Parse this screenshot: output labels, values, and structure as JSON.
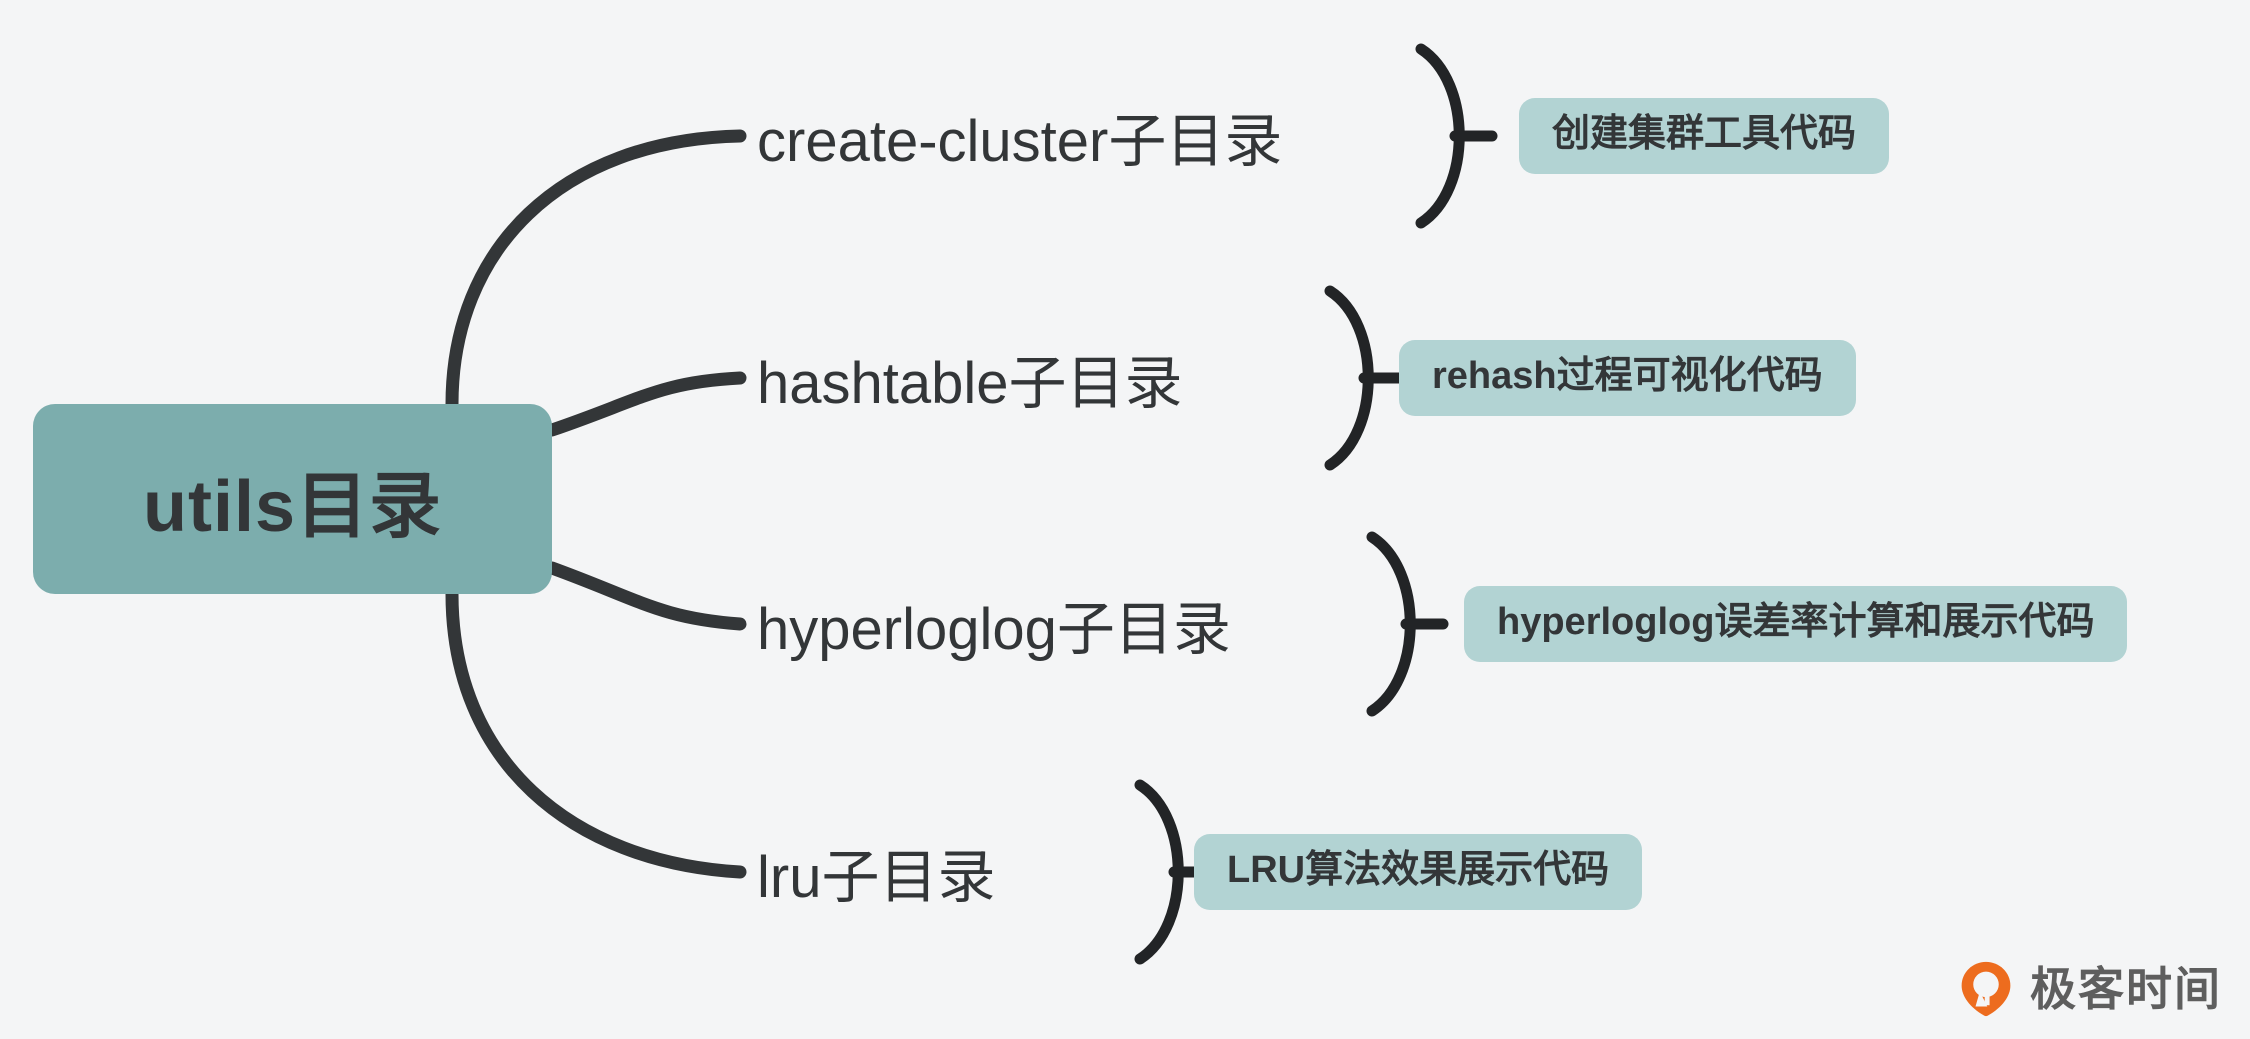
{
  "diagram": {
    "type": "mindmap",
    "background_color": "#f4f5f6",
    "root": {
      "label": "utils目录",
      "fill_color": "#7cadad",
      "text_color": "#333638"
    },
    "edge_color": "#333638",
    "badge_color": "#b2d3d3",
    "branches": [
      {
        "label": "create-cluster子目录",
        "badge": "创建集群工具代码"
      },
      {
        "label": "hashtable子目录",
        "badge": "rehash过程可视化代码"
      },
      {
        "label": "hyperloglog子目录",
        "badge": "hyperloglog误差率计算和展示代码"
      },
      {
        "label": "lru子目录",
        "badge": "LRU算法效果展示代码"
      }
    ]
  },
  "watermark": {
    "text": "极客时间",
    "logo_color": "#ed6c1e",
    "text_color": "#5e5e5e"
  }
}
